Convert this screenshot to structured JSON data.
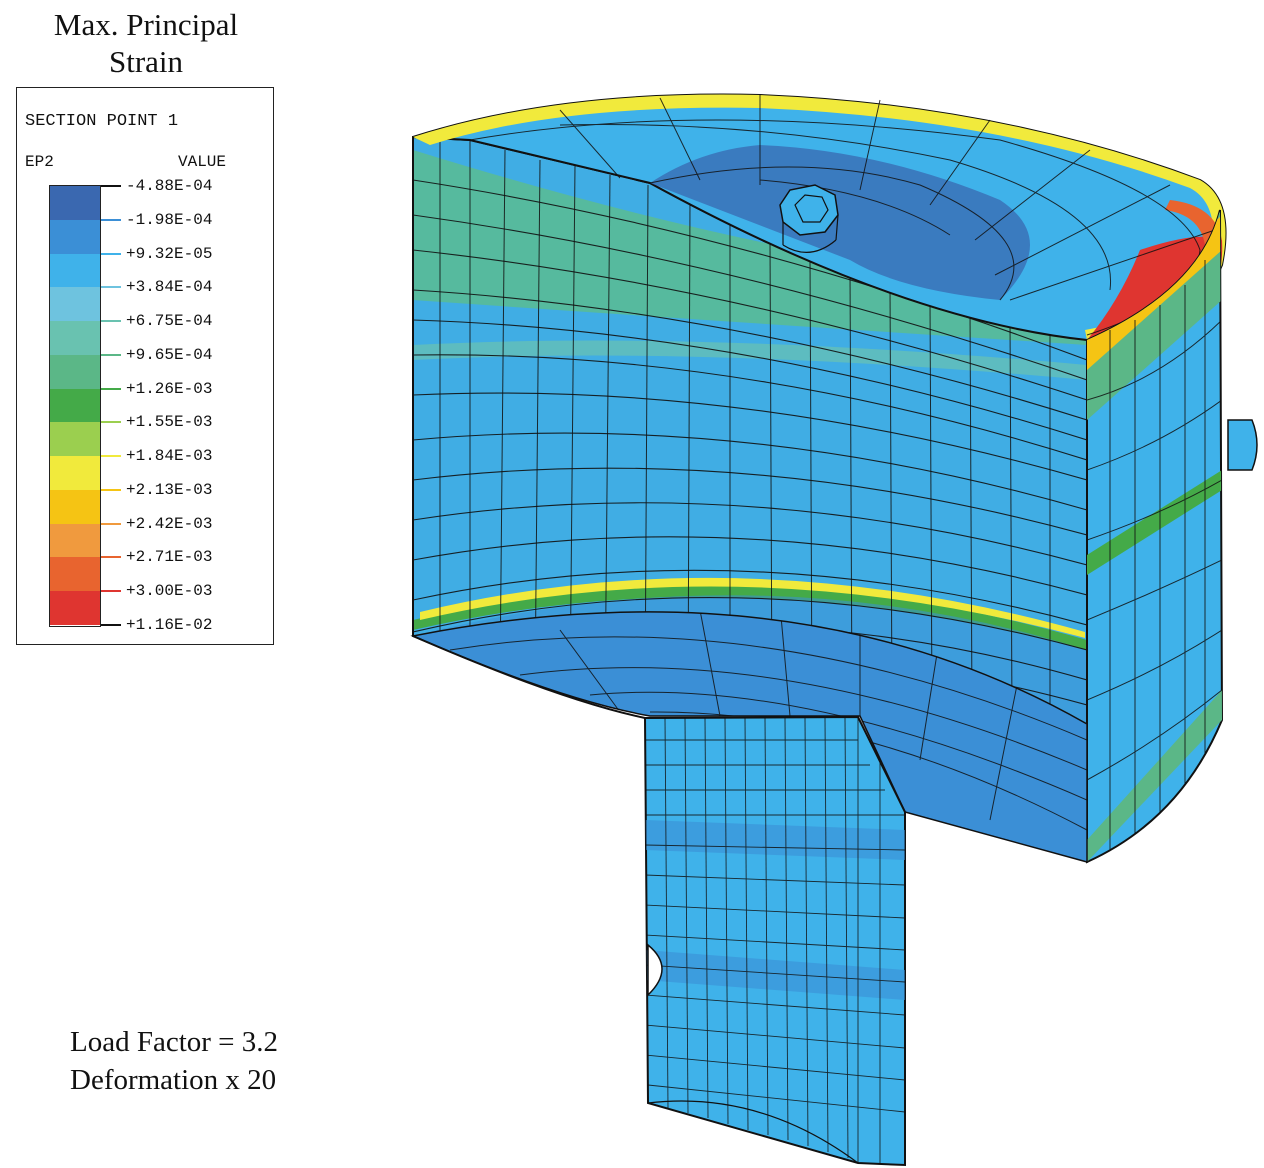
{
  "title": {
    "line1": "Max. Principal",
    "line2": "Strain"
  },
  "legend": {
    "section_label": "SECTION POINT 1",
    "variable": "EP2",
    "value_header": "VALUE",
    "colors": [
      "#3a68b0",
      "#3b8fd6",
      "#3fb2ea",
      "#6ec3df",
      "#69c2b0",
      "#5bb787",
      "#44aa48",
      "#9bcf4f",
      "#f1ea3c",
      "#f5c414",
      "#f09a3e",
      "#e8642f",
      "#df3530"
    ],
    "ticks": [
      "-4.88E-04",
      "-1.98E-04",
      "+9.32E-05",
      "+3.84E-04",
      "+6.75E-04",
      "+9.65E-04",
      "+1.26E-03",
      "+1.55E-03",
      "+1.84E-03",
      "+2.13E-03",
      "+2.42E-03",
      "+2.71E-03",
      "+3.00E-03",
      "+1.16E-02"
    ]
  },
  "caption": {
    "load_factor": "Load Factor = 3.2",
    "deformation": "Deformation x 20"
  }
}
